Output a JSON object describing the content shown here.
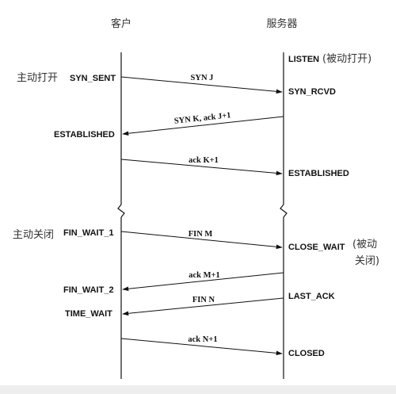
{
  "headers": {
    "client": "客户",
    "server": "服务器"
  },
  "notes": {
    "active_open": "主动打开",
    "passive_open": "(被动打开)",
    "active_close": "主动关闭",
    "passive_close_1": "(被动",
    "passive_close_2": "关闭)"
  },
  "client_states": {
    "syn_sent": "SYN_SENT",
    "established": "ESTABLISHED",
    "fin_wait_1": "FIN_WAIT_1",
    "fin_wait_2": "FIN_WAIT_2",
    "time_wait": "TIME_WAIT"
  },
  "server_states": {
    "listen": "LISTEN",
    "syn_rcvd": "SYN_RCVD",
    "established": "ESTABLISHED",
    "close_wait": "CLOSE_WAIT",
    "last_ack": "LAST_ACK",
    "closed": "CLOSED"
  },
  "messages": {
    "syn_j": "SYN J",
    "syn_k_ack": "SYN K, ack J+1",
    "ack_k1": "ack K+1",
    "fin_m": "FIN M",
    "ack_m1": "ack M+1",
    "fin_n": "FIN N",
    "ack_n1": "ack N+1"
  },
  "colors": {
    "line": "#111111",
    "text": "#111111",
    "note": "#333333"
  }
}
